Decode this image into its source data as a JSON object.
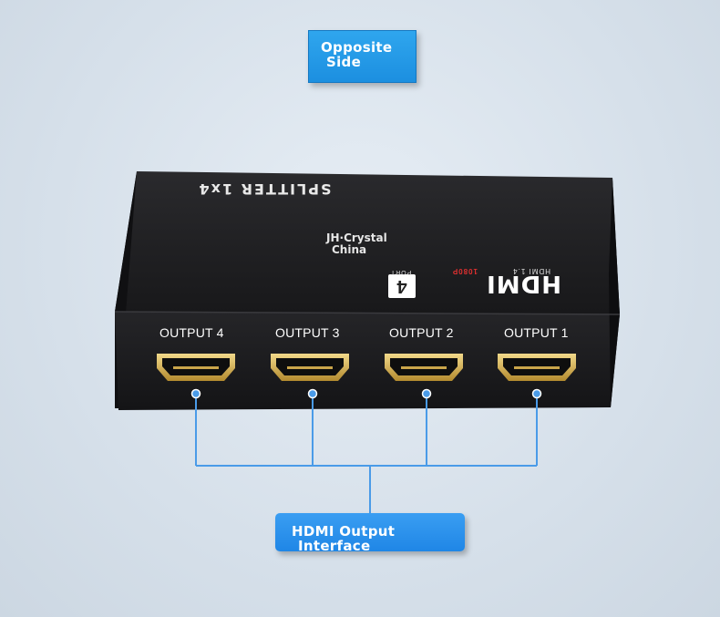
{
  "callouts": {
    "opposite_line1": "Opposite",
    "opposite_line2": "Side",
    "interface_line1": "HDMI Output",
    "interface_line2": "Interface"
  },
  "device": {
    "top_print": "SPLITTER 1x4",
    "watermark_line1": "JH·Crystal",
    "watermark_line2": "China",
    "logo_word": "HDMI",
    "logo_number": "4",
    "logo_spec_red": "1080P",
    "logo_spec": "HDMI 1.4",
    "logo_port": "PORT",
    "ports": [
      "OUTPUT 4",
      "OUTPUT 3",
      "OUTPUT 2",
      "OUTPUT 1"
    ]
  },
  "colors": {
    "callout_blue": "#1f8fe6",
    "leader_line": "#4a9be8",
    "device_body": "#1c1c1e"
  }
}
